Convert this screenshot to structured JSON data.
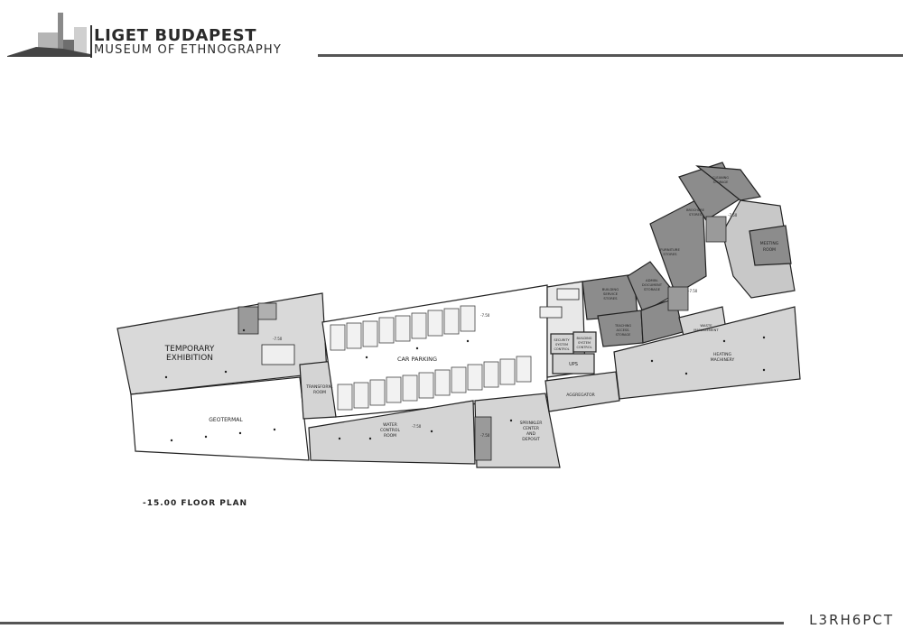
{
  "header": {
    "title": "LIGET BUDAPEST",
    "subtitle": "MUSEUM OF ETHNOGRAPHY"
  },
  "plan": {
    "caption": "-15.00 FLOOR PLAN",
    "rooms": {
      "temporary_exhibition_1": "TEMPORARY",
      "temporary_exhibition_2": "EXHIBITION",
      "geotermal": "GEOTERMAL",
      "transform_room_1": "TRANSFORM.",
      "transform_room_2": "ROOM",
      "car_parking": "CAR PARKING",
      "water_control_1": "WATER",
      "water_control_2": "CONTROL",
      "water_control_3": "ROOM",
      "sprinkler_1": "SPRINKLER",
      "sprinkler_2": "CENTER",
      "sprinkler_3": "AND",
      "sprinkler_4": "DEPOSIT",
      "security_1": "SECURITY",
      "security_2": "SYSTEM",
      "security_3": "CONTROL",
      "building_sys_1": "BUILDING",
      "building_sys_2": "SYSTEM",
      "building_sys_3": "CONTROL",
      "ups": "UPS",
      "aggregator": "AGGREGATOR",
      "building_service_1": "BUILDING",
      "building_service_2": "SERVICE",
      "building_service_3": "STORES",
      "admin_doc_1": "ADMIN.",
      "admin_doc_2": "DOCUMENT",
      "admin_doc_3": "STORAGE",
      "teaching_1": "TEACHING",
      "teaching_2": "ACCESS.",
      "teaching_3": "STORAGE",
      "furniture_1": "FURNITURE",
      "furniture_2": "STORES",
      "brochure_1": "BROCHURE",
      "brochure_2": "STORES",
      "cleaning_1": "CLEANING",
      "cleaning_2": "STORAGE",
      "meeting_1": "MEETING",
      "meeting_2": "ROOM",
      "waste_1": "WASTE",
      "waste_2": "MANAGEMENT",
      "heating_1": "HEATING",
      "heating_2": "MACHINERY"
    },
    "levels": {
      "l1": "-7.50",
      "l2": "-7.50",
      "l3": "-7.50",
      "l4": "-7.50",
      "l5": "-7.50",
      "l6": "-7.50"
    }
  },
  "footer": {
    "sheet_code": "L3RH6PCT"
  }
}
